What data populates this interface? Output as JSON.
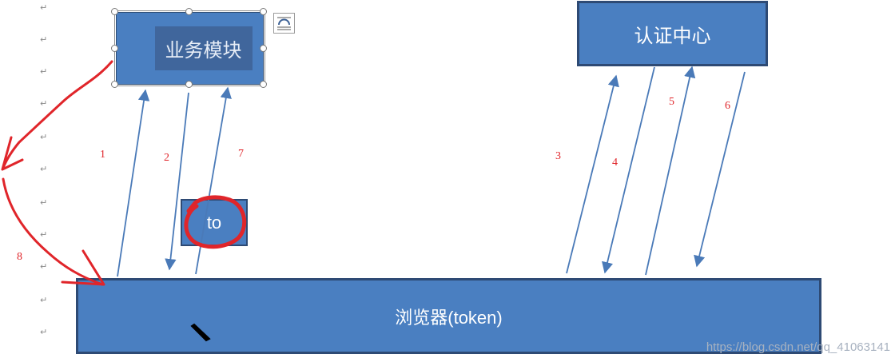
{
  "boxes": {
    "module": "业务模块",
    "auth": "认证中心",
    "to": "to",
    "browser": "浏览器(token)"
  },
  "steps": {
    "s1": "1",
    "s2": "2",
    "s3": "3",
    "s4": "4",
    "s5": "5",
    "s6": "6",
    "s7": "7",
    "s8": "8"
  },
  "watermark": "https://blog.csdn.net/qq_41063141",
  "paragraph_mark": "↵",
  "colors": {
    "box_fill": "#4a7fc1",
    "box_border": "#2e4a74",
    "arrow": "#4a7ab8",
    "annotation_red": "#e0252a"
  }
}
